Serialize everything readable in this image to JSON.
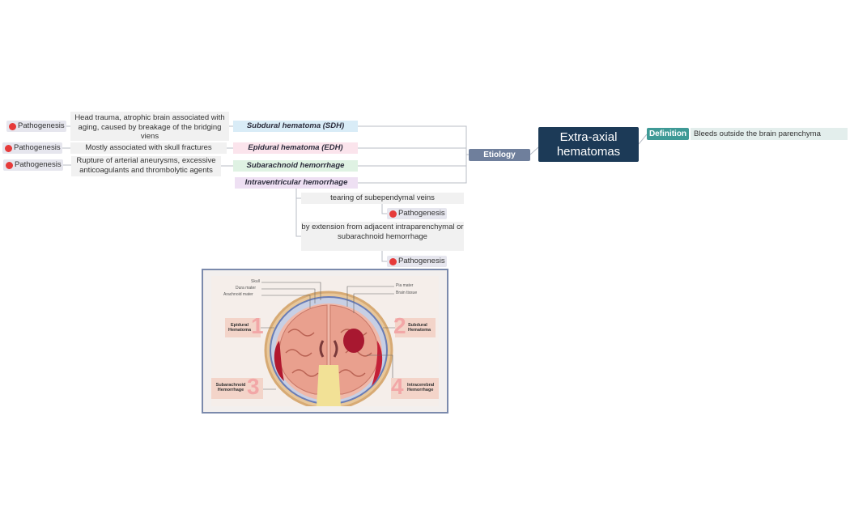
{
  "root": {
    "title": "Extra-axial hematomas"
  },
  "definition": {
    "label": "Definition",
    "text": "Bleeds outside the brain parenchyma"
  },
  "etiology": {
    "label": "Etiology"
  },
  "categories": {
    "sdh": "Subdural hematoma (SDH)",
    "edh": "Epidural hematoma (EDH)",
    "sah": "Subarachnoid hemorrhage",
    "ivh": "Intraventricular hemorrhage"
  },
  "descriptions": {
    "sdh": "Head trauma, atrophic brain associated with aging, caused by breakage of the bridging viens",
    "edh": "Mostly associated with skull fractures",
    "sah": "Rupture of arterial aneurysms, excessive anticoagulants and thrombolytic agents",
    "ivh1": "tearing of subependymal veins",
    "ivh2": "by extension from adjacent intraparenchymal or subarachnoid hemorrhage"
  },
  "pathogenesis_label": "Pathogenesis",
  "figure": {
    "labels": {
      "skull": "Skull",
      "dura": "Dura mater",
      "arachnoid": "Arachnoid mater",
      "pia": "Pia mater",
      "brain": "Brain tissue",
      "epidural": "Epidural Hematoma",
      "subdural": "Subdural Hematoma",
      "subarachnoid": "Subarachnoid Hemorrhage",
      "intracerebral": "Intracerebral Hemorrhage",
      "n1": "1",
      "n2": "2",
      "n3": "3",
      "n4": "4"
    }
  },
  "colors": {
    "root": "#1c3a57",
    "definition": "#3f9a96",
    "etiology": "#6f7f9c",
    "sdh": "#d9ecf7",
    "edh": "#fbe4ec",
    "sah": "#dff2e3",
    "ivh": "#eee0f3",
    "dot": "#e63a3a"
  }
}
